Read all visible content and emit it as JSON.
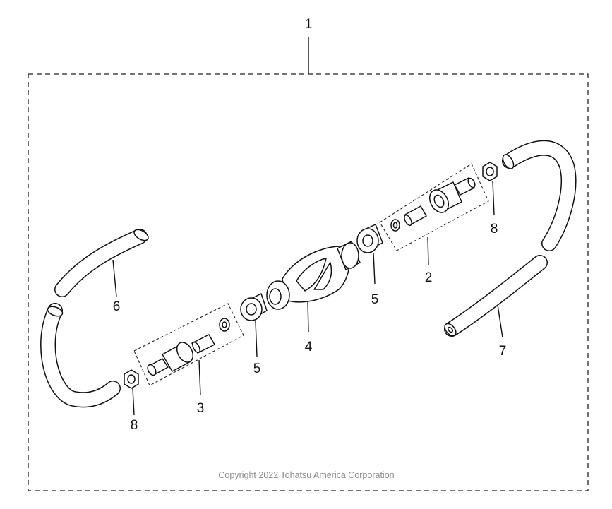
{
  "callouts": {
    "assembly": "1",
    "connector_right": "2",
    "connector_left": "3",
    "primer_bulb": "4",
    "grommet_right": "5",
    "grommet_left": "5",
    "hose_upper_left": "6",
    "hose_lower_right": "7",
    "nut_right": "8",
    "nut_left": "8"
  },
  "copyright": "Copyright 2022 Tohatsu America Corporation"
}
